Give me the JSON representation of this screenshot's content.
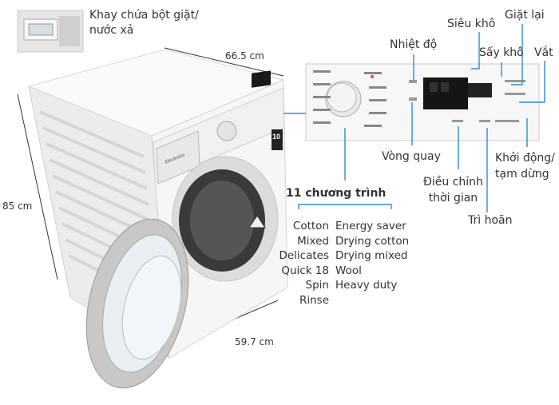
{
  "labels": {
    "detergent_tray": [
      "Khay chứa bột giặt/",
      "nước xả"
    ],
    "temperature": "Nhiệt độ",
    "super_dry": "Siêu khô",
    "quick_wash": "Giặt lại",
    "spin_dry": "Sấy khô",
    "rinse_spin": "Vắt",
    "spin_speed": "Vòng quay",
    "adjust_time": [
      "Điều chỉnh",
      "thời gian"
    ],
    "start_pause": [
      "Khởi động/",
      "tạm dừng"
    ],
    "delay": "Trì hoãn"
  },
  "dimensions": {
    "depth": "66.5 cm",
    "height": "85 cm",
    "width": "59.7 cm"
  },
  "programs": {
    "title": "11 chương trình",
    "left": [
      "Cotton",
      "Mixed",
      "Delicates",
      "Quick 18",
      "Spin",
      "Rinse"
    ],
    "right": [
      "Energy saver",
      "Drying cotton",
      "Drying mixed",
      "Wool",
      "Heavy duty"
    ]
  },
  "machine": {
    "brand": "Electrolux",
    "capacity_badge": "10"
  },
  "colors": {
    "leader_line": "#2a8fd0",
    "machine_body": "#f4f4f4",
    "display": "#1a1a1a"
  }
}
